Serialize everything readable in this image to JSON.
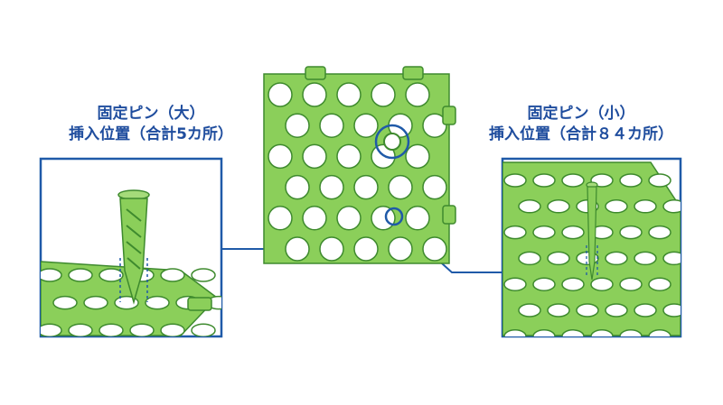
{
  "left_caption": {
    "line1": "固定ピン（大）",
    "line2": "挿入位置（合計5カ所）"
  },
  "right_caption": {
    "line1": "固定ピン（小）",
    "line2": "挿入位置（合計８４カ所）"
  },
  "colors": {
    "accent_blue": "#1f5aa8",
    "grid_green": "#8bcf5a",
    "grid_dark": "#3e8a2e",
    "hole_fill": "#ffffff"
  }
}
